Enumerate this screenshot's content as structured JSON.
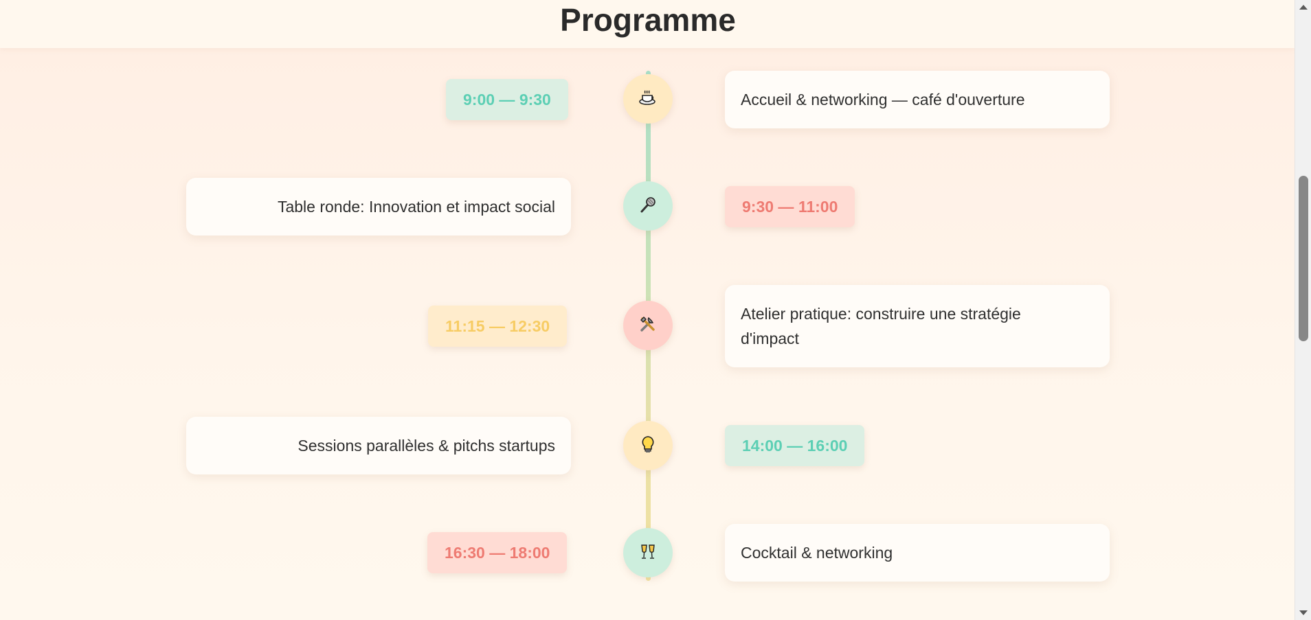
{
  "header": {
    "title": "Programme"
  },
  "events": [
    {
      "time": "9:00 — 9:30",
      "title": "Accueil & networking — café d'ouverture",
      "icon": "coffee-icon",
      "color": "#5ccfb4"
    },
    {
      "time": "9:30 — 11:00",
      "title": "Table ronde: Innovation et impact social",
      "icon": "microphone-icon",
      "color": "#ee7b72"
    },
    {
      "time": "11:15 — 12:30",
      "title": "Atelier pratique: construire une stratégie d'impact",
      "icon": "tools-icon",
      "color": "#f7cc64"
    },
    {
      "time": "14:00 — 16:00",
      "title": "Sessions parallèles & pitchs startups",
      "icon": "lightbulb-icon",
      "color": "#5ccfb4"
    },
    {
      "time": "16:30 — 18:00",
      "title": "Cocktail & networking",
      "icon": "clinking-glasses-icon",
      "color": "#ee7b72"
    }
  ]
}
